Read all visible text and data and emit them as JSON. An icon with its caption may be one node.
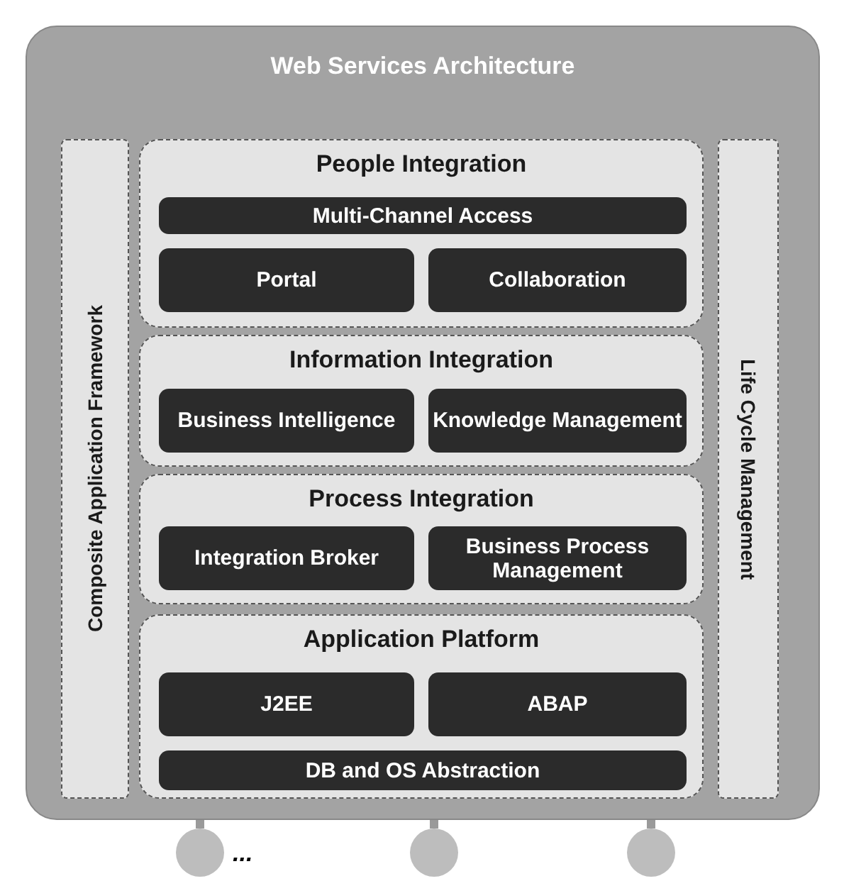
{
  "diagram": {
    "nodes": [
      {
        "text": [
          "Web Services Architecture"
        ]
      },
      {
        "text": [
          "Composite Application Framework"
        ],
        "in": 0
      },
      {
        "text": [
          "People Integration"
        ],
        "in": 0
      },
      {
        "text": [
          "Multi-Channel Access"
        ],
        "in": 2
      },
      {
        "text": [
          "Portal"
        ],
        "in": 2
      },
      {
        "text": [
          "Collaboration"
        ],
        "in": 2
      },
      {
        "text": [
          "Information Integration"
        ],
        "in": 0
      },
      {
        "text": [
          "Business Intelligence"
        ],
        "in": 6
      },
      {
        "text": [
          "Knowledge Management"
        ],
        "in": 6
      },
      {
        "text": [
          "Process Integration"
        ],
        "in": 0
      },
      {
        "text": [
          "Integration Broker"
        ],
        "in": 9
      },
      {
        "text": [
          "Business Process Management"
        ],
        "in": 9
      },
      {
        "text": [
          "Application Platform"
        ],
        "in": 0
      },
      {
        "text": [
          "J2EE"
        ],
        "in": 12
      },
      {
        "text": [
          "ABAP"
        ],
        "in": 12
      },
      {
        "text": [
          "DB and OS Abstraction"
        ],
        "in": 12
      },
      {
        "text": [
          "Life Cycle Management"
        ],
        "in": 0
      },
      {
        "text": [],
        "shape": "circle",
        "beside": [
          "..."
        ]
      },
      {
        "text": [],
        "shape": "circle"
      },
      {
        "text": [],
        "shape": "circle"
      }
    ],
    "edges": [
      {
        "from": 17,
        "to": 0,
        "arrow": "none"
      },
      {
        "from": 18,
        "to": 0,
        "arrow": "none"
      },
      {
        "from": 19,
        "to": 0,
        "arrow": "none"
      }
    ]
  }
}
